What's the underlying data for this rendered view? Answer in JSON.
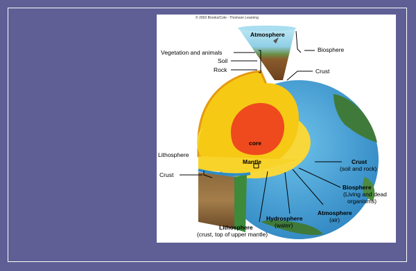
{
  "slide": {
    "background_color": "#5f5f95",
    "frame_color": "#ffffff"
  },
  "diagram": {
    "copyright": "© 2003 Brooks/Cole - Thomson Learning",
    "labels": {
      "atmosphere_top": "Atmosphere",
      "vegetation": "Vegetation and animals",
      "soil": "Soil",
      "rock": "Rock",
      "biosphere_top": "Biosphere",
      "crust_top": "Crust",
      "core": "core",
      "mantle": "Mantle",
      "lithosphere_left": "Lithosphere",
      "crust_left": "Crust",
      "crust_right": "Crust",
      "crust_right_sub": "(soil and rock)",
      "biosphere_right": "Biosphere",
      "biosphere_right_sub1": "(Living and dead",
      "biosphere_right_sub2": "organisms)",
      "atmosphere_bottom": "Atmosphere",
      "atmosphere_bottom_sub": "(air)",
      "hydrosphere": "Hydrosphere",
      "hydrosphere_sub": "(water)",
      "lithosphere_bottom": "Lithosphere",
      "lithosphere_bottom_sub": "(crust, top of upper mantle)"
    },
    "colors": {
      "ocean": "#3a9bd2",
      "land": "#3f7a3a",
      "mantle": "#f6c915",
      "mantle_edge": "#e49a12",
      "core": "#ee4a1e",
      "crust_brown": "#8a5a2b",
      "sky": "#9ad7ea"
    }
  }
}
